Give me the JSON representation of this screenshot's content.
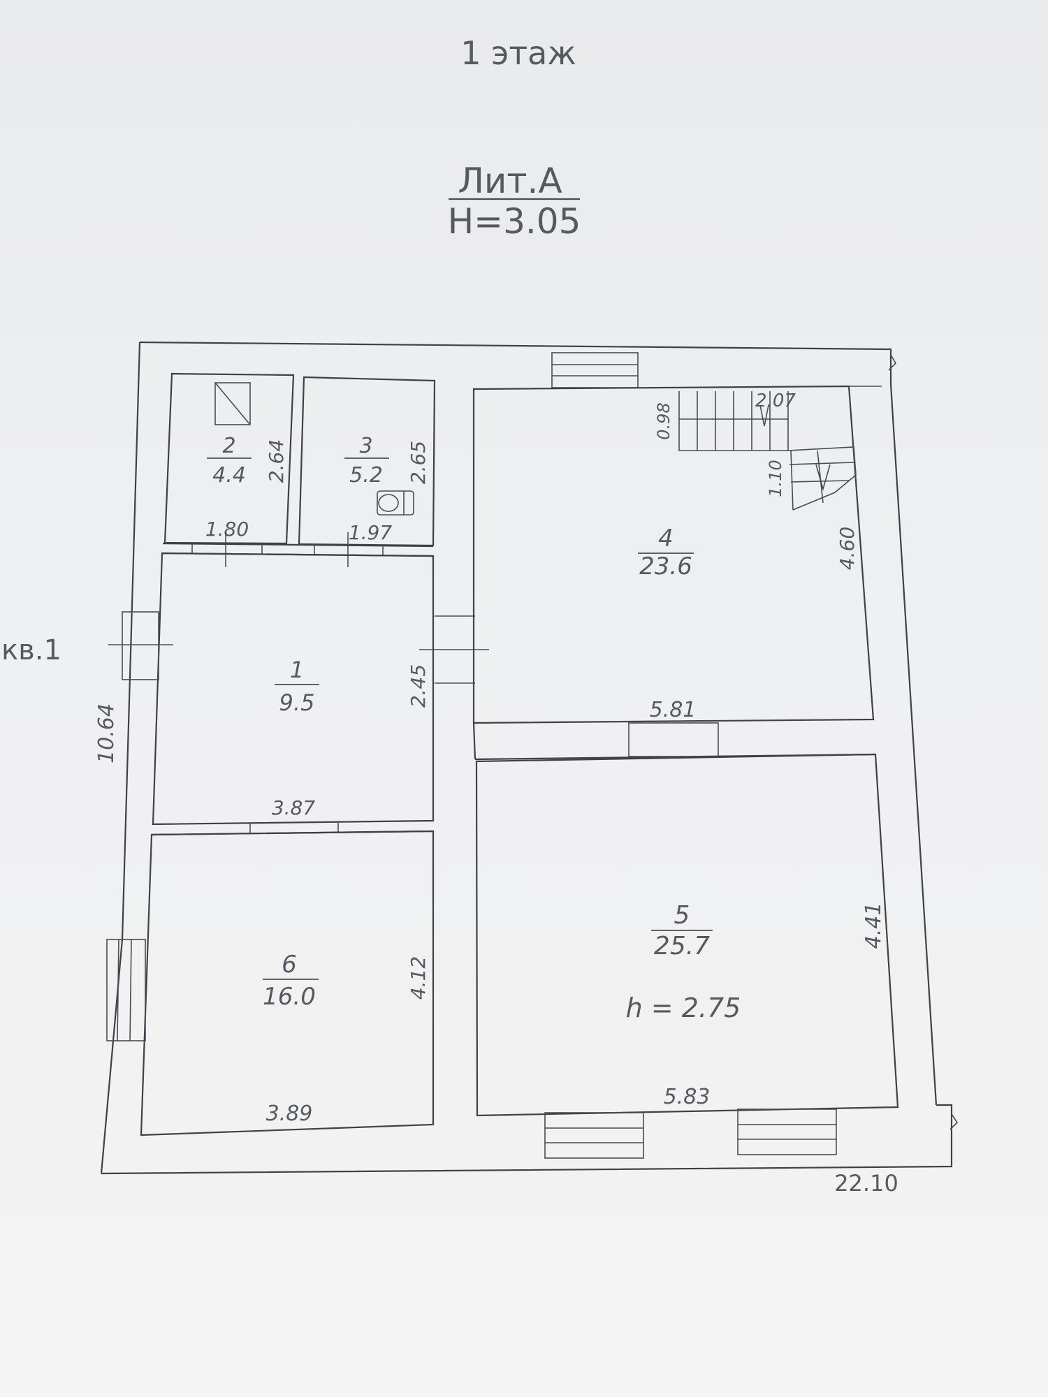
{
  "floor_label": "1 этаж",
  "lit": {
    "name": "Лит.А",
    "height": "H=3.05"
  },
  "apartment": "кв.1",
  "overall": {
    "width": "22.10",
    "depth": "10.64"
  },
  "rooms": [
    {
      "num": "1",
      "area": "9.5"
    },
    {
      "num": "2",
      "area": "4.4"
    },
    {
      "num": "3",
      "area": "5.2"
    },
    {
      "num": "4",
      "area": "23.6"
    },
    {
      "num": "5",
      "area": "25.7",
      "note": "h = 2.75"
    },
    {
      "num": "6",
      "area": "16.0"
    }
  ],
  "dims": {
    "r2_w": "1.80",
    "r2_h": "2.64",
    "r3_w": "1.97",
    "r3_h": "2.65",
    "r1_w": "3.87",
    "r1_h": "2.45",
    "r6_w": "3.89",
    "r6_h": "4.12",
    "r4_w": "5.81",
    "r4_h": "4.60",
    "r5_w": "5.83",
    "r5_h": "4.41",
    "stair_a": "0.98",
    "stair_b": "1.10",
    "stair_c": "2.07"
  }
}
